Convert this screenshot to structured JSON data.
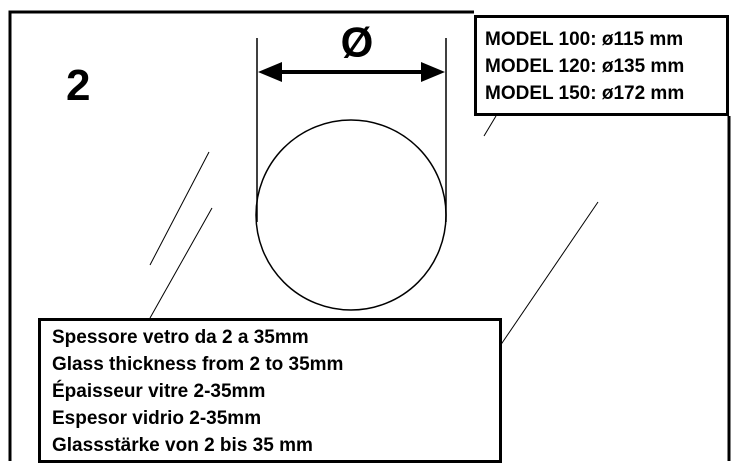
{
  "step": {
    "number": "2"
  },
  "diameter": {
    "symbol": "Ø"
  },
  "models": [
    {
      "text": "MODEL 100: ø115 mm"
    },
    {
      "text": "MODEL 120: ø135 mm"
    },
    {
      "text": "MODEL 150: ø172 mm"
    }
  ],
  "glass_thickness": [
    {
      "text": "Spessore vetro da 2 a 35mm"
    },
    {
      "text": "Glass thickness from 2 to 35mm"
    },
    {
      "text": "Épaisseur vitre 2-35mm"
    },
    {
      "text": "Espesor vidrio 2-35mm"
    },
    {
      "text": "Glassstärke von 2 bis 35 mm"
    }
  ]
}
